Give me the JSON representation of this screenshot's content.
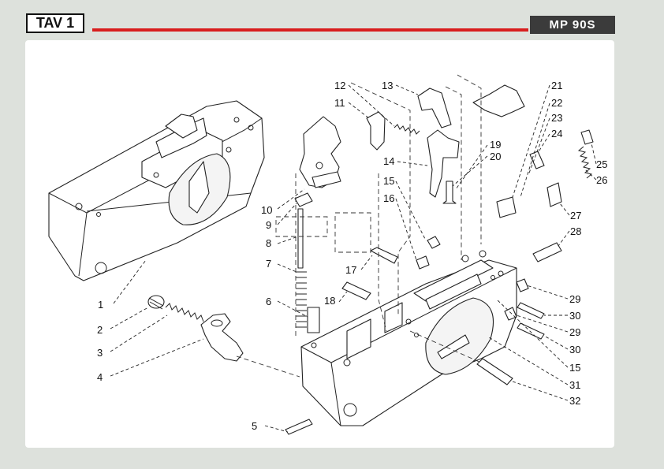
{
  "header": {
    "table_label": "TAV 1",
    "model": "MP 90S",
    "accent_color": "#d81e1e"
  },
  "diagram": {
    "part_numbers": [
      "1",
      "2",
      "3",
      "4",
      "5",
      "6",
      "7",
      "8",
      "9",
      "10",
      "11",
      "12",
      "13",
      "14",
      "15",
      "16",
      "17",
      "18",
      "19",
      "20",
      "21",
      "22",
      "23",
      "24",
      "25",
      "26",
      "27",
      "28",
      "29",
      "30",
      "29",
      "30",
      "15",
      "31",
      "32"
    ]
  }
}
